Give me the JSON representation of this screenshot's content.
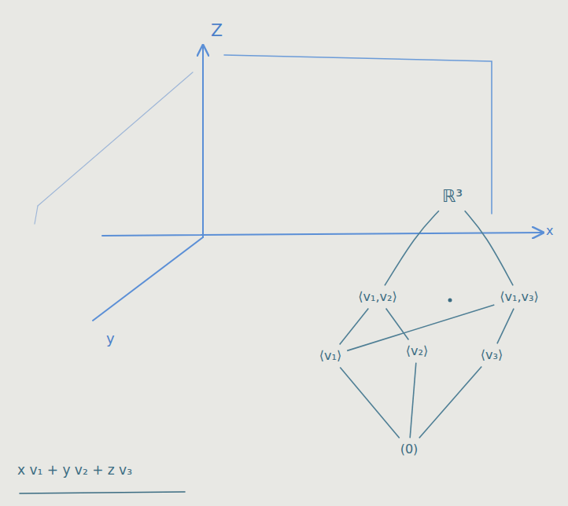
{
  "diagram": {
    "nodes": [
      {
        "text": [
          "ℝ³"
        ]
      },
      {
        "text": [
          "⟨v₁,v₂⟩"
        ]
      },
      {
        "text": [
          "⟨v₁,v₃⟩"
        ]
      },
      {
        "text": [
          "⟨v₁⟩"
        ]
      },
      {
        "text": [
          "⟨v₂⟩"
        ]
      },
      {
        "text": [
          "⟨v₃⟩"
        ]
      },
      {
        "text": [
          "(0)"
        ]
      }
    ],
    "edges": [
      {
        "from": 0,
        "to": 1,
        "arrow": "none"
      },
      {
        "from": 0,
        "to": 2,
        "arrow": "none"
      },
      {
        "from": 1,
        "to": 3,
        "arrow": "none"
      },
      {
        "from": 1,
        "to": 4,
        "arrow": "none"
      },
      {
        "from": 2,
        "to": 3,
        "arrow": "none"
      },
      {
        "from": 2,
        "to": 5,
        "arrow": "none"
      },
      {
        "from": 3,
        "to": 6,
        "arrow": "none"
      },
      {
        "from": 4,
        "to": 6,
        "arrow": "none"
      },
      {
        "from": 5,
        "to": 6,
        "arrow": "none"
      }
    ],
    "labels": [
      "Z",
      "x",
      "y",
      "x v₁ + y v₂ + z v₃"
    ]
  }
}
